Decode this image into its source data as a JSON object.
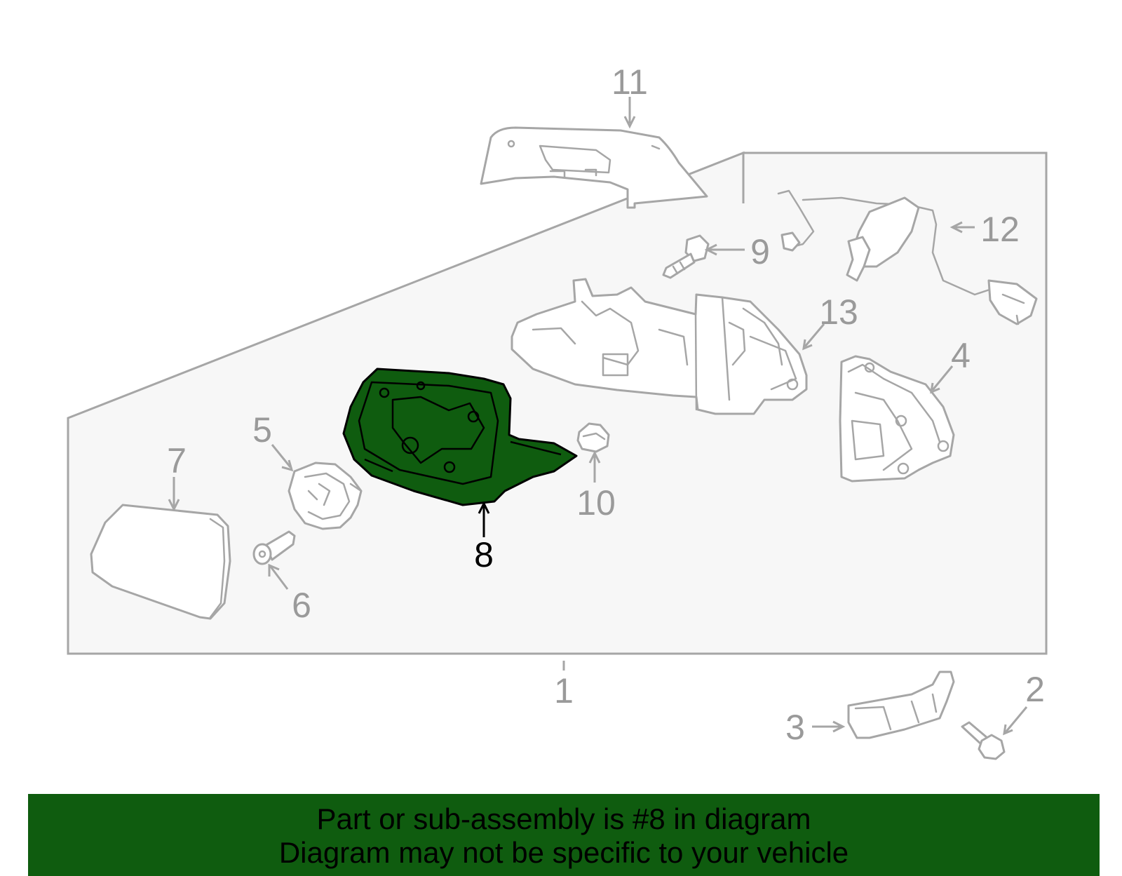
{
  "diagram": {
    "callouts": {
      "c1": "1",
      "c2": "2",
      "c3": "3",
      "c4": "4",
      "c5": "5",
      "c6": "6",
      "c7": "7",
      "c8": "8",
      "c9": "9",
      "c10": "10",
      "c11": "11",
      "c12": "12",
      "c13": "13"
    },
    "highlighted_part": "8",
    "highlight_color": "#0f5c0f",
    "panel_fill": "#f7f7f7",
    "line_color": "#a6a6a6"
  },
  "banner": {
    "line1": "Part or sub-assembly is #8 in diagram",
    "line2": "Diagram may not be specific to your vehicle",
    "background": "#0f5c0f"
  }
}
